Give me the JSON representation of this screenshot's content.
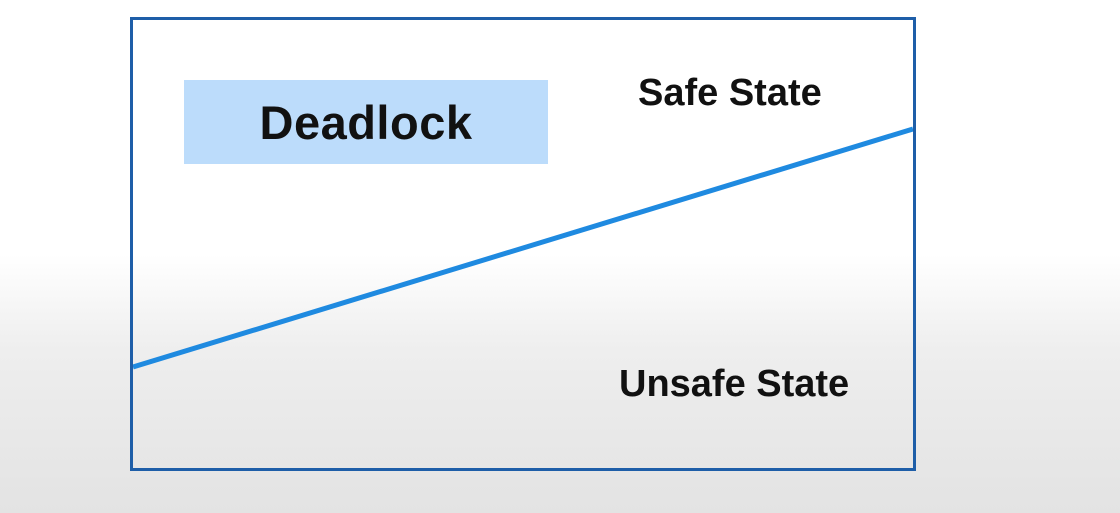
{
  "diagram": {
    "deadlock_label": "Deadlock",
    "safe_label": "Safe State",
    "unsafe_label": "Unsafe State",
    "colors": {
      "frame": "#1e5ea8",
      "divider": "#1f8ae0",
      "deadlock_fill": "#bcdcfb",
      "text": "#111111"
    }
  }
}
